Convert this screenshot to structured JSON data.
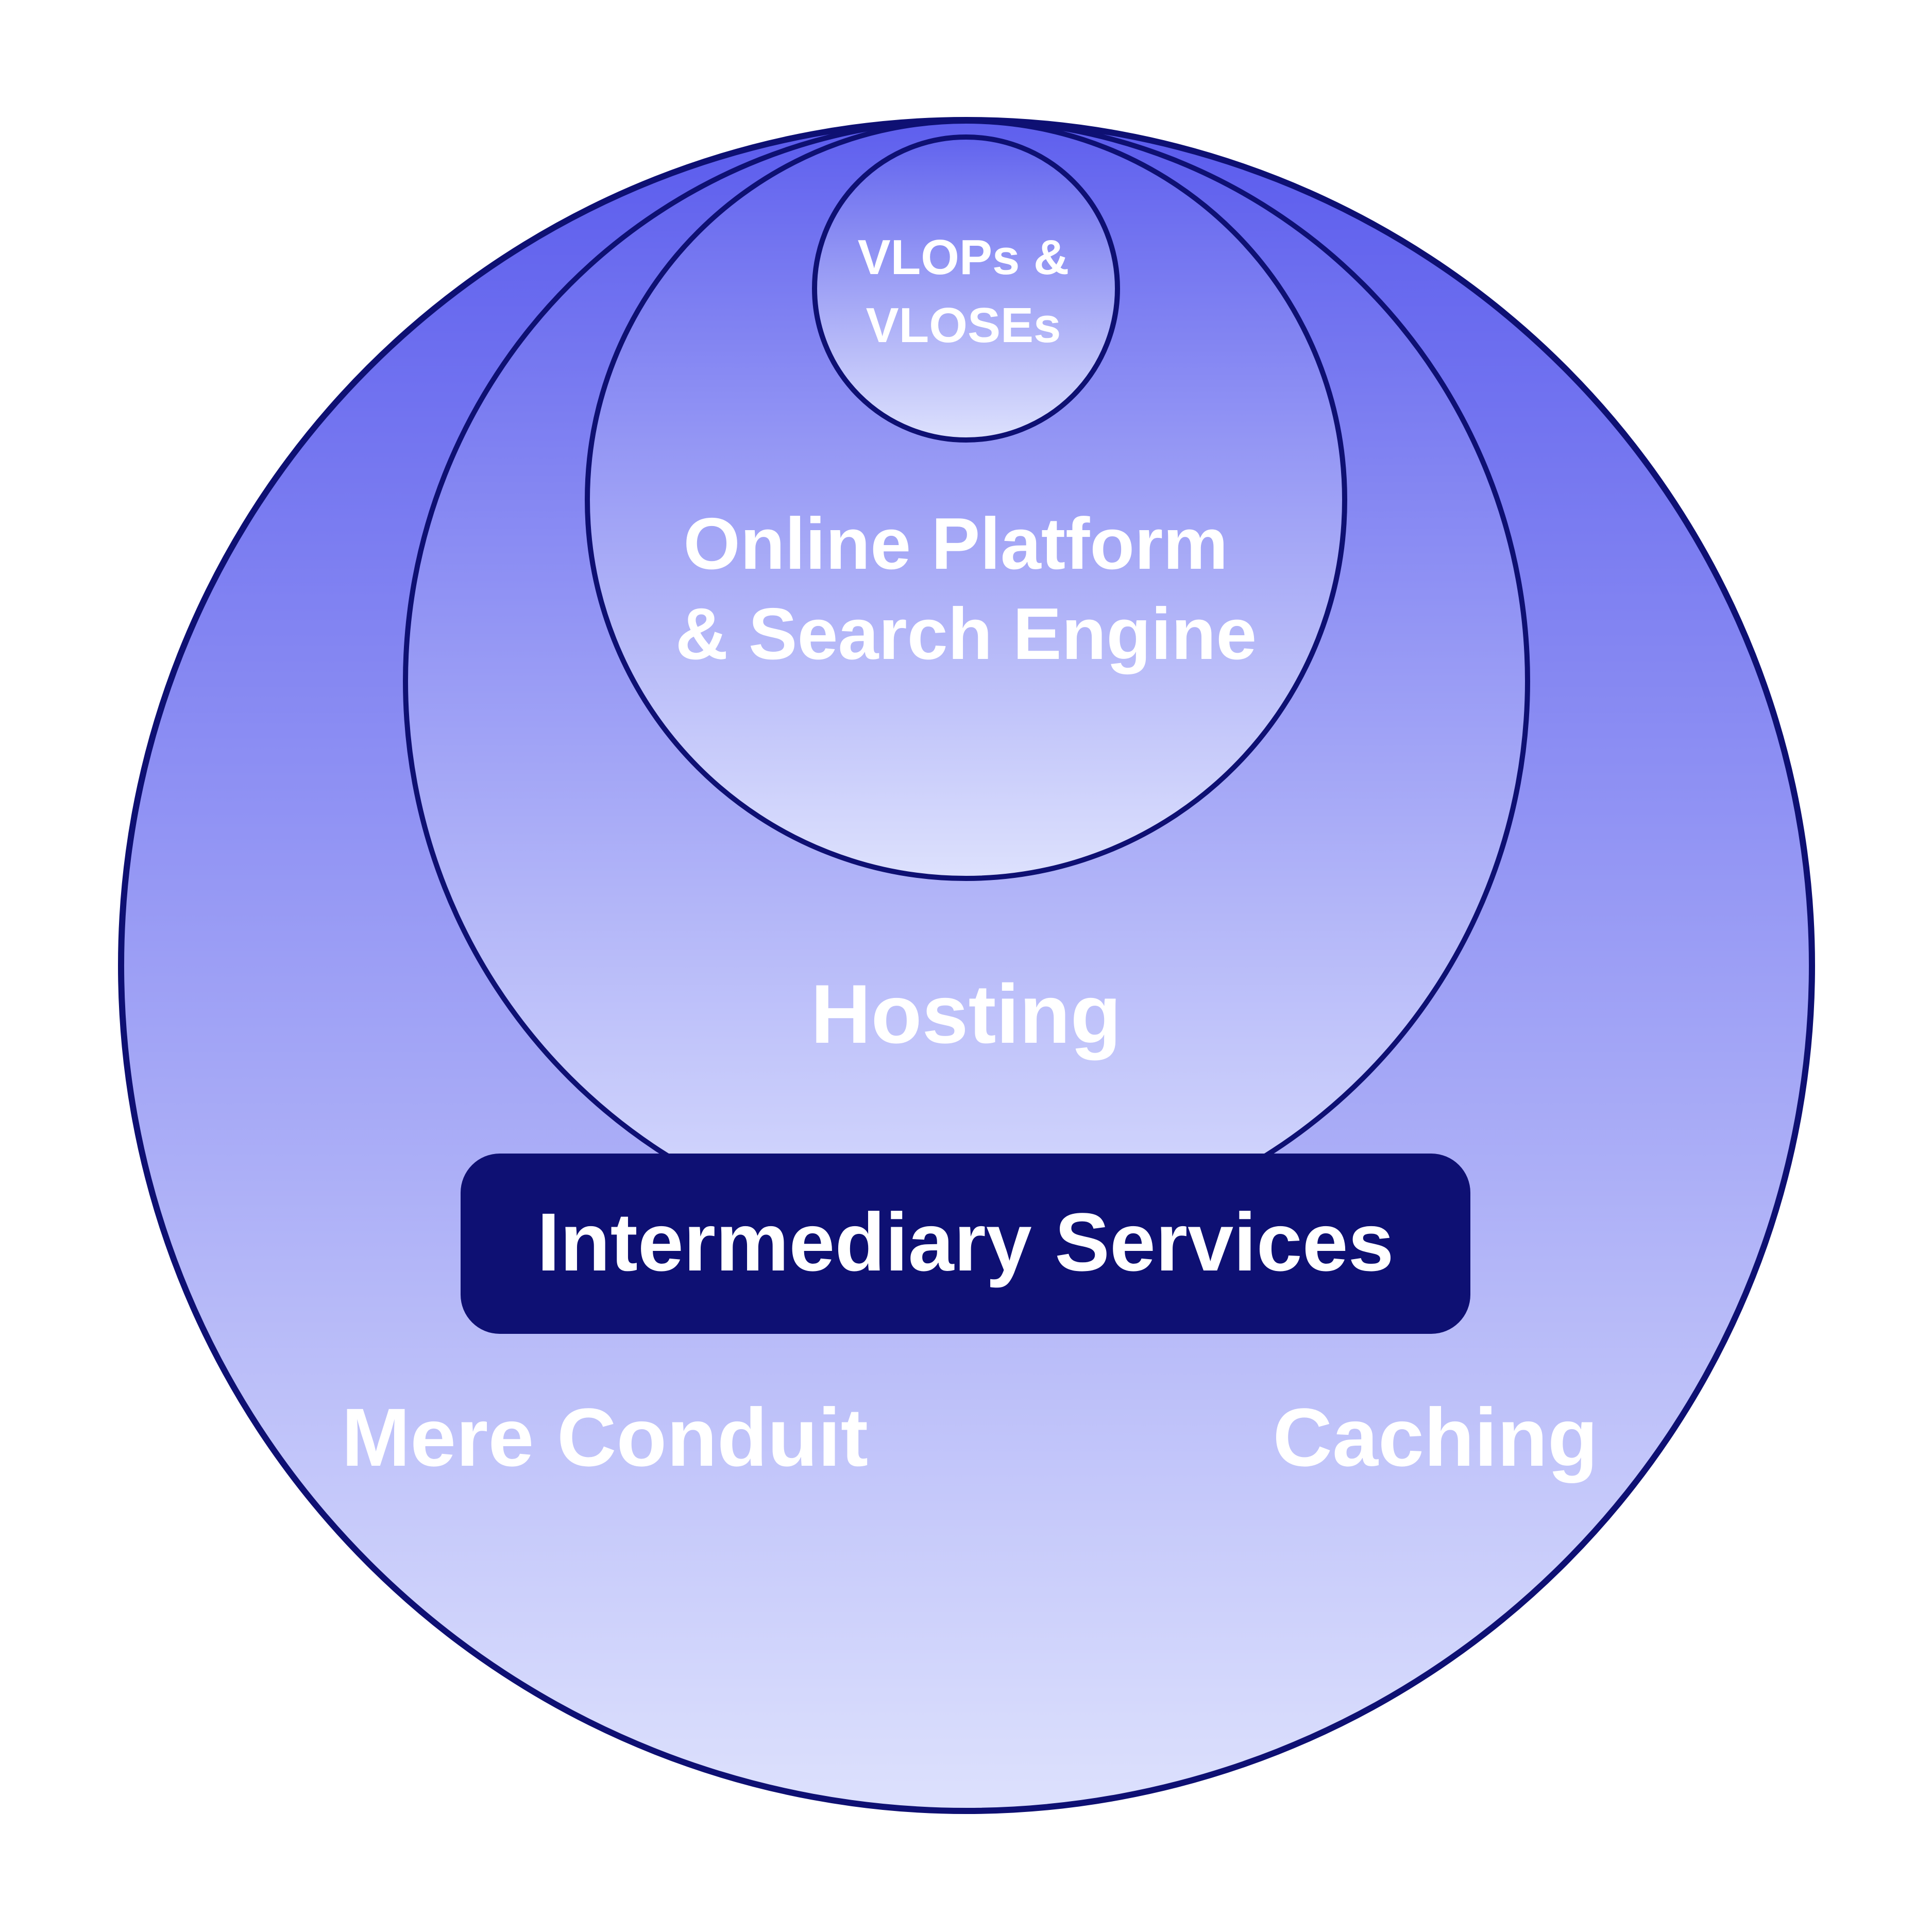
{
  "diagram": {
    "type": "nested-circles",
    "colors": {
      "outline": "#0e1073",
      "gradient_top": "#5b5ced",
      "gradient_bottom": "#dde1fd",
      "label_text": "#ffffff",
      "banner_fill": "#0e1073"
    },
    "layers": [
      {
        "id": "intermediary",
        "labels": [
          "Mere Conduit",
          "Caching"
        ]
      },
      {
        "id": "hosting",
        "labels": [
          "Hosting"
        ]
      },
      {
        "id": "online-platform",
        "labels": [
          "Online Platform",
          "& Search Engine"
        ]
      },
      {
        "id": "vlops",
        "labels": [
          "VLOPs &",
          "VLOSEs"
        ]
      }
    ],
    "banner": {
      "label": "Intermediary Services"
    }
  }
}
